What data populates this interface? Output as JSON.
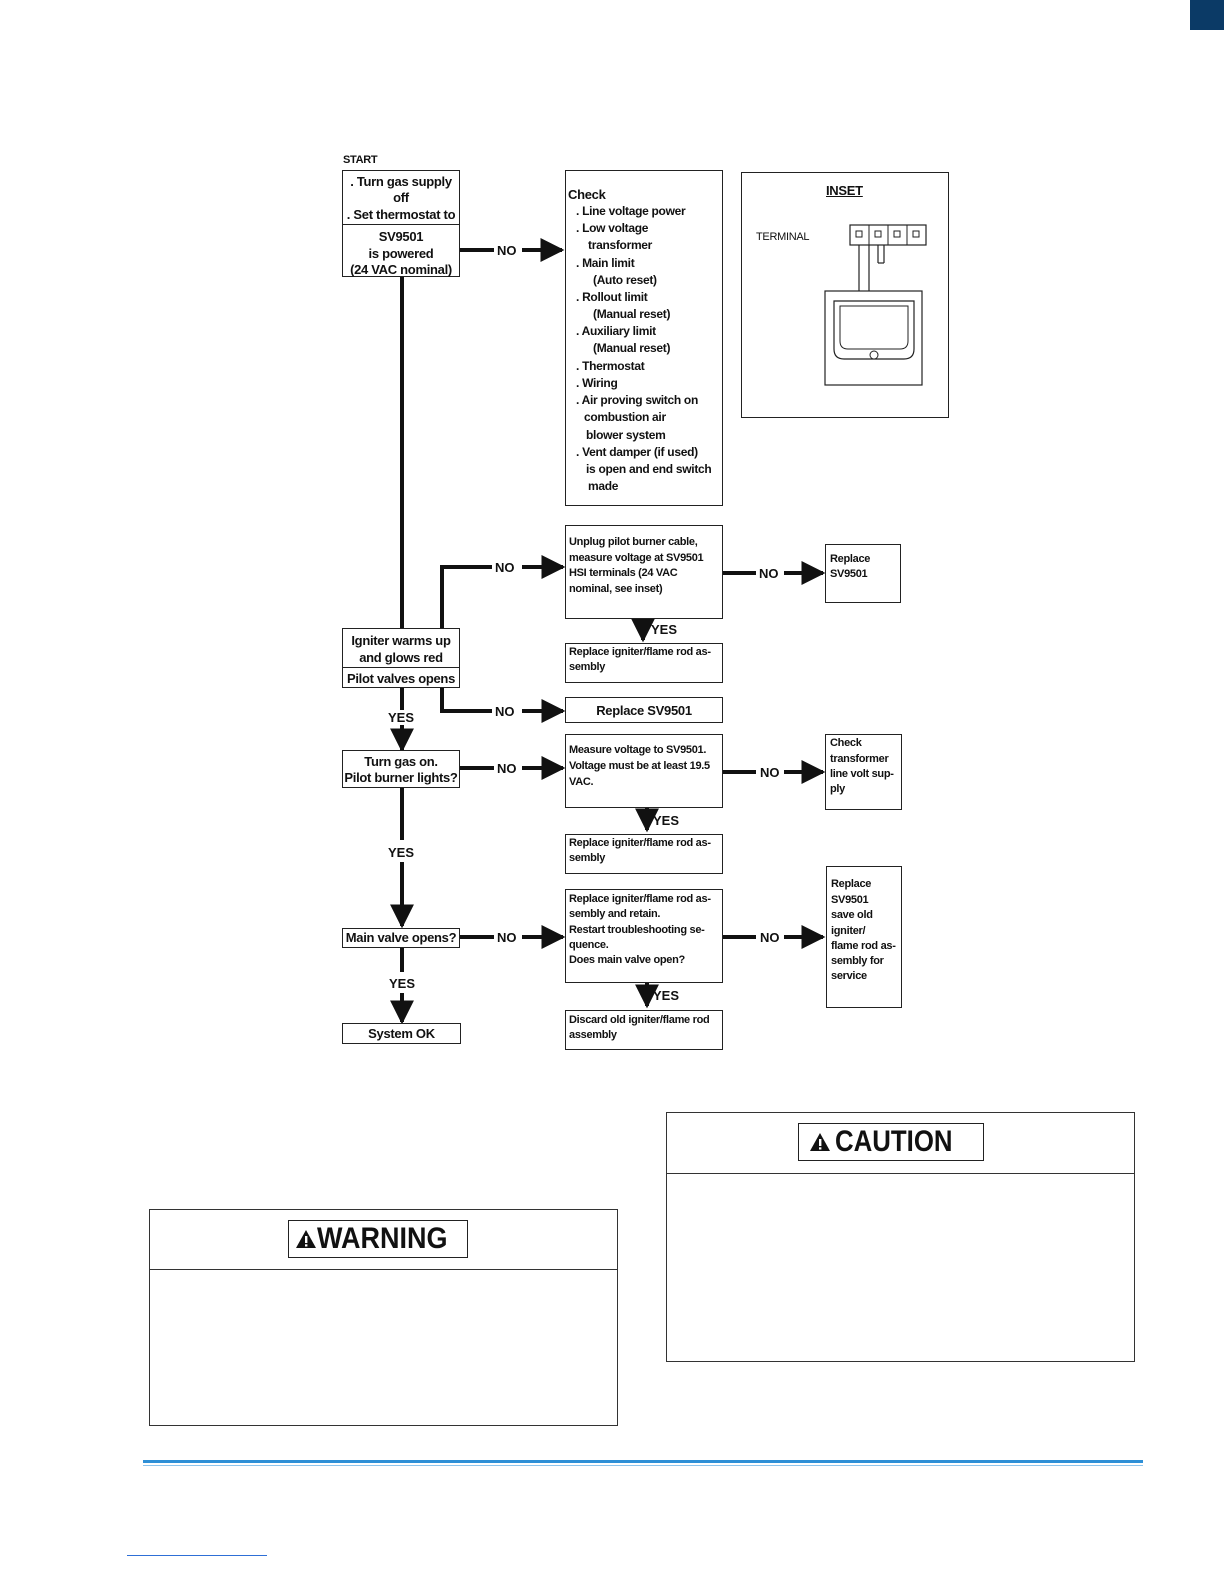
{
  "flowchart": {
    "start_label": "START",
    "start_box": {
      "line1": ". Turn gas supply",
      "line2": "off",
      "line3": ". Set thermostat to"
    },
    "powered_box": {
      "line1": "SV9501",
      "line2": "is powered",
      "line3": "(24 VAC nominal)"
    },
    "check_box": {
      "title": "Check",
      "lines": [
        ". Line voltage power",
        ". Low voltage",
        "transformer",
        ". Main limit",
        "(Auto reset)",
        ". Rollout limit",
        "(Manual reset)",
        ". Auxiliary limit",
        "(Manual reset)",
        ". Thermostat",
        ". Wiring",
        ". Air proving switch on",
        "combustion air",
        "blower system",
        ". Vent damper (if used)",
        "is open and end switch",
        "made"
      ]
    },
    "inset": {
      "title": "INSET",
      "terminal_label": "TERMINAL"
    },
    "unplug_box": {
      "lines": [
        "Unplug pilot burner cable,",
        "measure voltage at SV9501",
        "HSI terminals (24 VAC",
        "nominal, see inset)"
      ]
    },
    "replace_sv_1": {
      "line1": "Replace",
      "line2": "SV9501"
    },
    "replace_igniter_1": {
      "line1": "Replace igniter/flame rod as-",
      "line2": "sembly"
    },
    "igniter_box": {
      "line1": "Igniter warms up",
      "line2": "and glows red",
      "line3": "Pilot valves opens"
    },
    "replace_sv_2": "Replace SV9501",
    "turn_gas_box": {
      "line1": "Turn gas on.",
      "line2": "Pilot burner lights?"
    },
    "measure_box": {
      "lines": [
        "Measure voltage to SV9501.",
        "Voltage must be at least 19.5",
        "VAC."
      ]
    },
    "check_transformer_box": {
      "lines": [
        "Check",
        "transformer",
        "line volt sup-",
        "ply"
      ]
    },
    "replace_igniter_2": {
      "line1": "Replace igniter/flame rod as-",
      "line2": "sembly"
    },
    "main_valve_box": "Main valve opens?",
    "replace_retain_box": {
      "lines": [
        "Replace igniter/flame rod as-",
        "sembly and retain.",
        "Restart troubleshooting se-",
        "quence.",
        "Does main valve open?"
      ]
    },
    "replace_save_box": {
      "lines": [
        "Replace",
        "SV9501",
        "save old",
        "igniter/",
        "flame rod as-",
        "sembly for",
        "service"
      ]
    },
    "discard_box": {
      "line1": "Discard old igniter/flame rod",
      "line2": "assembly"
    },
    "system_ok": "System OK",
    "labels": {
      "no": "NO",
      "yes": "YES"
    }
  },
  "notices": {
    "caution": {
      "label": "CAUTION",
      "icon": "warning-triangle-icon"
    },
    "warning": {
      "label": "WARNING",
      "icon": "warning-triangle-icon"
    }
  },
  "colors": {
    "footer_rule": "#2e8fd6",
    "side_tab": "#0b3a66"
  }
}
